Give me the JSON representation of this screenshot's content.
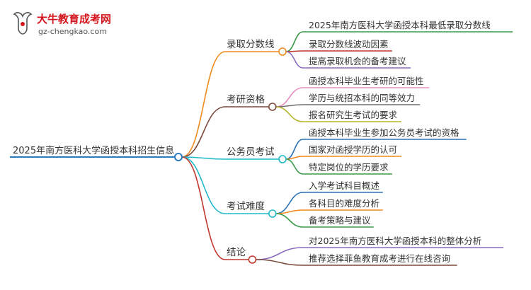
{
  "logo": {
    "name": "大牛教育成考网",
    "url": "gz-chengkao.com",
    "mark": "大牛"
  },
  "colors": {
    "root": "#2b7bbf",
    "logo_red": "#d4141c",
    "logo_gray": "#555555"
  },
  "mindmap": {
    "root": "2025年南方医科大学函授本科招生信息",
    "branches": [
      {
        "label": "录取分数线",
        "color": "#f08a1c",
        "children": [
          {
            "label": "2025年南方医科大学函授本科最低录取分数线",
            "color": "#3a9a48"
          },
          {
            "label": "录取分数线波动因素",
            "color": "#c0372d"
          },
          {
            "label": "提高录取机会的备考建议",
            "color": "#8a6cc0"
          }
        ]
      },
      {
        "label": "考研资格",
        "color": "#7a4a3a",
        "children": [
          {
            "label": "函授本科毕业生考研的可能性",
            "color": "#e58fc0"
          },
          {
            "label": "学历与统招本科的同等效力",
            "color": "#6f6f6f"
          },
          {
            "label": "报名研究生考试的要求",
            "color": "#b6b52a"
          }
        ]
      },
      {
        "label": "公务员考试",
        "color": "#1fb8c8",
        "children": [
          {
            "label": "函授本科毕业生参加公务员考试的资格",
            "color": "#2a73b8"
          },
          {
            "label": "国家对函授学历的认可",
            "color": "#f08a1c"
          },
          {
            "label": "特定岗位的学历要求",
            "color": "#3a9a48"
          }
        ]
      },
      {
        "label": "考试难度",
        "color": "#1fb8c8",
        "children": [
          {
            "label": "入学考试科目概述",
            "color": "#2a73b8"
          },
          {
            "label": "各科目的难度分析",
            "color": "#f08a1c"
          },
          {
            "label": "备考策略与建议",
            "color": "#3a9a48"
          }
        ]
      },
      {
        "label": "结论",
        "color": "#c0372d",
        "children": [
          {
            "label": "对2025年南方医科大学函授本科的整体分析",
            "color": "#8a6cc0"
          },
          {
            "label": "推荐选择菲鱼教育成考进行在线咨询",
            "color": "#7a4a3a"
          }
        ]
      }
    ]
  }
}
